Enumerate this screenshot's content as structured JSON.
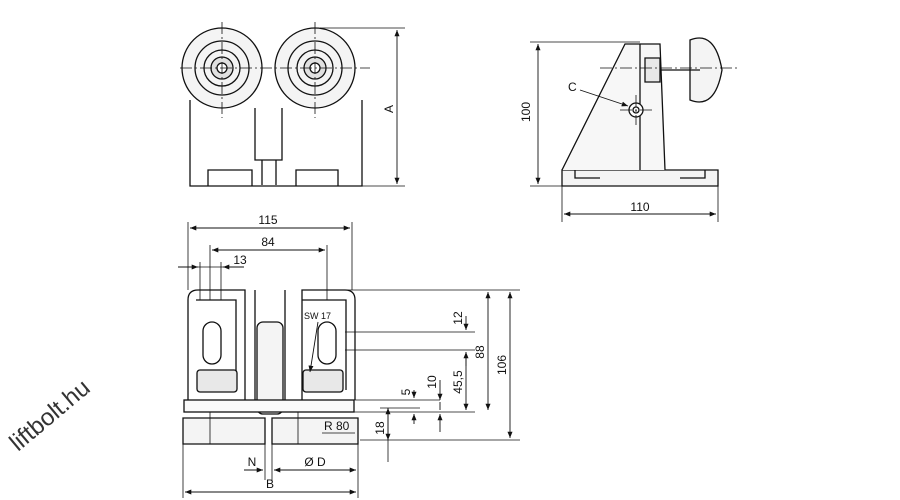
{
  "watermark": "liftbolt.hu",
  "front_view": {
    "dim_height": "A"
  },
  "side_view": {
    "dim_height": "100",
    "dim_width": "110",
    "callout": "C"
  },
  "bottom_view": {
    "dim_overall_width": "115",
    "dim_slot_spacing": "84",
    "dim_slot_width": "13",
    "wrench_size": "SW 17",
    "dim_slot_length": "12",
    "dim_88": "88",
    "dim_106": "106",
    "dim_45_5": "45,5",
    "dim_10": "10",
    "dim_5": "5",
    "dim_18": "18",
    "radius": "R 80",
    "dim_diameter": "Ø D",
    "dim_N": "N",
    "dim_B": "B"
  }
}
